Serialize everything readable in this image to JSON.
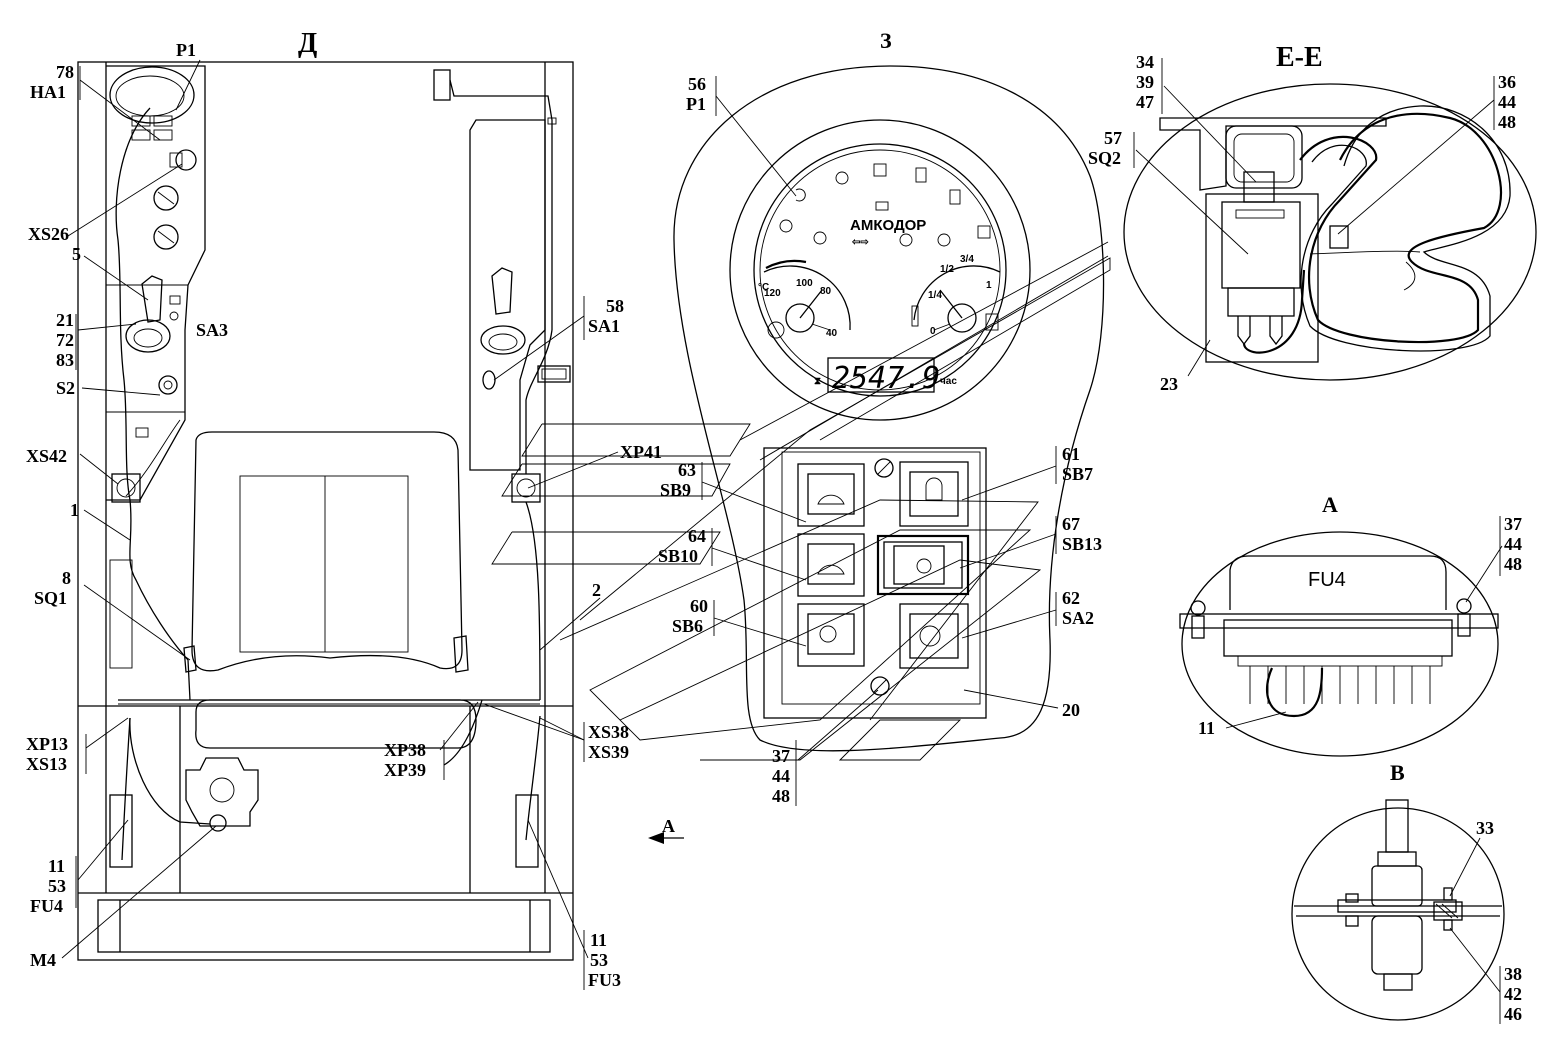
{
  "views": {
    "d": "Д",
    "z": "З",
    "ee": "Е-Е",
    "a": "А",
    "v": "В",
    "arrow_a": "А"
  },
  "cab_labels": {
    "p1": "P1",
    "n78": "78",
    "ha1": "HA1",
    "xs26": "XS26",
    "n5": "5",
    "sa3": "SA3",
    "n21": "21",
    "n72": "72",
    "n83": "83",
    "s2": "S2",
    "xs42": "XS42",
    "n1": "1",
    "n8": "8",
    "sq1": "SQ1",
    "xp13": "XP13",
    "xs13": "XS13",
    "n11a": "11",
    "n53a": "53",
    "fu4a": "FU4",
    "m4": "M4",
    "xp38": "XP38",
    "xp39": "XP39",
    "xs38": "XS38",
    "xs39": "XS39",
    "n2": "2",
    "xp41": "XP41",
    "n58": "58",
    "sa1": "SA1",
    "n11b": "11",
    "n53b": "53",
    "fu3": "FU3"
  },
  "panel_labels": {
    "n56": "56",
    "p1": "P1",
    "n63": "63",
    "sb9": "SB9",
    "n64": "64",
    "sb10": "SB10",
    "n60": "60",
    "sb6": "SB6",
    "n61": "61",
    "sb7": "SB7",
    "n67": "67",
    "sb13": "SB13",
    "n62": "62",
    "sa2": "SA2",
    "n20": "20",
    "n37": "37",
    "n44": "44",
    "n48": "48"
  },
  "gauge": {
    "brand": "АМКОДОР",
    "odometer": "2547.9",
    "odometer_unit": "час",
    "temp_unit": "°C",
    "temp_ticks": [
      "120",
      "100",
      "80",
      "40"
    ],
    "fuel_ticks": [
      "1/4",
      "1/2",
      "3/4",
      "1",
      "0"
    ]
  },
  "section_ee": {
    "n34": "34",
    "n39": "39",
    "n47": "47",
    "n57": "57",
    "sq2": "SQ2",
    "n36": "36",
    "n44": "44",
    "n48": "48",
    "n23": "23"
  },
  "detail_a": {
    "fu4": "FU4",
    "n37": "37",
    "n44": "44",
    "n48": "48",
    "n11": "11"
  },
  "detail_v": {
    "n33": "33",
    "n38": "38",
    "n42": "42",
    "n46": "46"
  }
}
